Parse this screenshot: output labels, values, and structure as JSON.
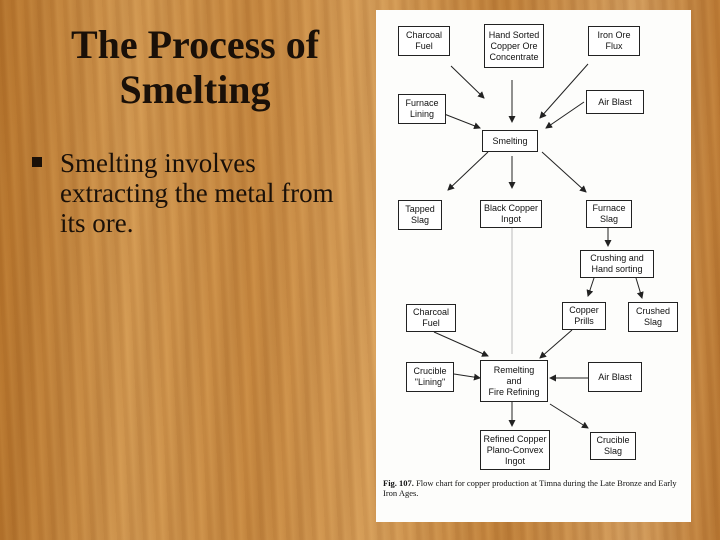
{
  "slide": {
    "title_line1": "The Process of",
    "title_line2": "Smelting",
    "bullet": "Smelting involves extracting the metal from its ore."
  },
  "figure": {
    "boxes": {
      "charcoal_fuel_top": [
        "Charcoal",
        "Fuel"
      ],
      "hand_sorted": [
        "Hand Sorted",
        "Copper Ore",
        "Concentrate"
      ],
      "iron_ore": [
        "Iron Ore",
        "Flux"
      ],
      "furnace_lining": [
        "Furnace",
        "Lining"
      ],
      "air_blast_top": [
        "Air Blast"
      ],
      "smelting": [
        "Smelting"
      ],
      "tapped_slag": [
        "Tapped",
        "Slag"
      ],
      "black_copper": [
        "Black Copper",
        "Ingot"
      ],
      "furnace_slag": [
        "Furnace",
        "Slag"
      ],
      "crushing": [
        "Crushing and",
        "Hand sorting"
      ],
      "charcoal_fuel_mid": [
        "Charcoal",
        "Fuel"
      ],
      "copper_prills": [
        "Copper",
        "Prills"
      ],
      "crushed_slag": [
        "Crushed",
        "Slag"
      ],
      "crucible_lining": [
        "Crucible",
        "\"Lining\""
      ],
      "remelting": [
        "Remelting",
        "and",
        "Fire Refining"
      ],
      "air_blast_bottom": [
        "Air Blast"
      ],
      "refined_copper": [
        "Refined Copper",
        "Plano-Convex",
        "Ingot"
      ],
      "crucible_slag": [
        "Crucible",
        "Slag"
      ]
    },
    "caption_label": "Fig. 107.",
    "caption_text": "Flow chart for copper production at Timna during the Late Bronze and Early Iron Ages."
  }
}
